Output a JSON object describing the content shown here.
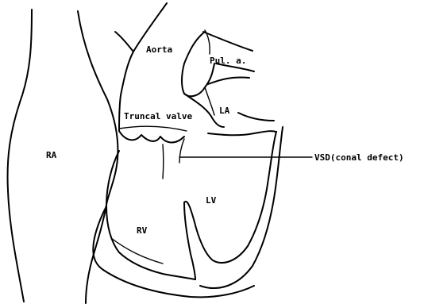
{
  "labels": {
    "aorta": "Aorta",
    "pul_a": "Pul. a.",
    "la": "LA",
    "truncal_valve": "Truncal valve",
    "ra": "RA",
    "vsd": "VSD(conal defect)",
    "lv": "LV",
    "rv": "RV"
  }
}
